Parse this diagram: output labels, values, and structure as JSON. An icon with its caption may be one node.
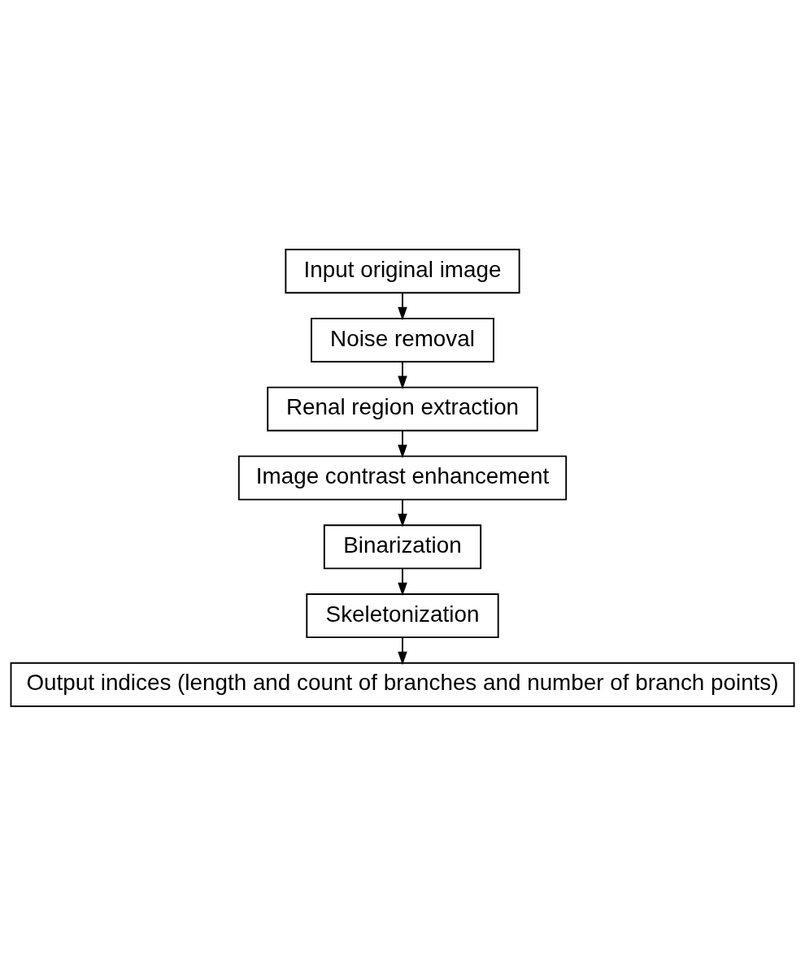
{
  "diagram": {
    "nodes": [
      {
        "text": [
          "Input original image"
        ]
      },
      {
        "text": [
          "Noise removal"
        ]
      },
      {
        "text": [
          "Renal region extraction"
        ]
      },
      {
        "text": [
          "Image contrast enhancement"
        ]
      },
      {
        "text": [
          "Binarization"
        ]
      },
      {
        "text": [
          "Skeletonization"
        ]
      },
      {
        "text": [
          "Output indices (length and count of branches and number of branch points)"
        ]
      }
    ],
    "edges": [
      {
        "from": 0,
        "to": 1,
        "arrow": "to"
      },
      {
        "from": 1,
        "to": 2,
        "arrow": "to"
      },
      {
        "from": 2,
        "to": 3,
        "arrow": "to"
      },
      {
        "from": 3,
        "to": 4,
        "arrow": "to"
      },
      {
        "from": 4,
        "to": 5,
        "arrow": "to"
      },
      {
        "from": 5,
        "to": 6,
        "arrow": "to"
      }
    ]
  }
}
